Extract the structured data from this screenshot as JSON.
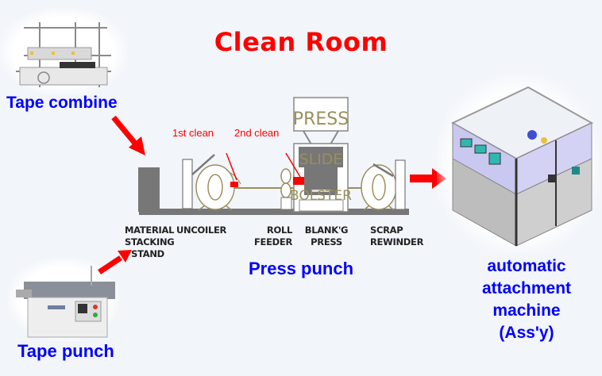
{
  "title": "Clean Room",
  "machines": {
    "tape_combine": {
      "label": "Tape combine",
      "icon": "tape-combine-machine-image"
    },
    "tape_punch": {
      "label": "Tape punch",
      "icon": "tape-punch-machine-image"
    },
    "press_punch": {
      "label": "Press punch"
    },
    "automatic_attachment": {
      "lines": [
        "automatic",
        "attachment",
        "machine",
        "(Ass'y)"
      ],
      "icon": "automatic-attachment-machine-image"
    }
  },
  "press_line": {
    "stages": [
      {
        "id": "stacking",
        "lines": [
          "MATERIAL",
          "STACKING",
          "STAND"
        ]
      },
      {
        "id": "uncoiler",
        "lines": [
          "UNCOILER"
        ]
      },
      {
        "id": "roll_feeder",
        "lines": [
          "ROLL",
          "FEEDER"
        ]
      },
      {
        "id": "blanking_press",
        "lines": [
          "BLANK'G",
          "PRESS"
        ]
      },
      {
        "id": "scrap_rewinder",
        "lines": [
          "SCRAP",
          "REWINDER"
        ]
      }
    ],
    "press_parts": {
      "press": "PRESS",
      "slide": "SLIDE",
      "bolster": "BOLSTER"
    },
    "clean_points": [
      "1st clean",
      "2nd clean"
    ]
  },
  "colors": {
    "title": "#ff0000",
    "label_blue": "#0000ff",
    "arrow": "#ff0000",
    "machine_gray": "#777777",
    "line_olive": "#9a8f5e",
    "background": "#f2f5fa"
  }
}
